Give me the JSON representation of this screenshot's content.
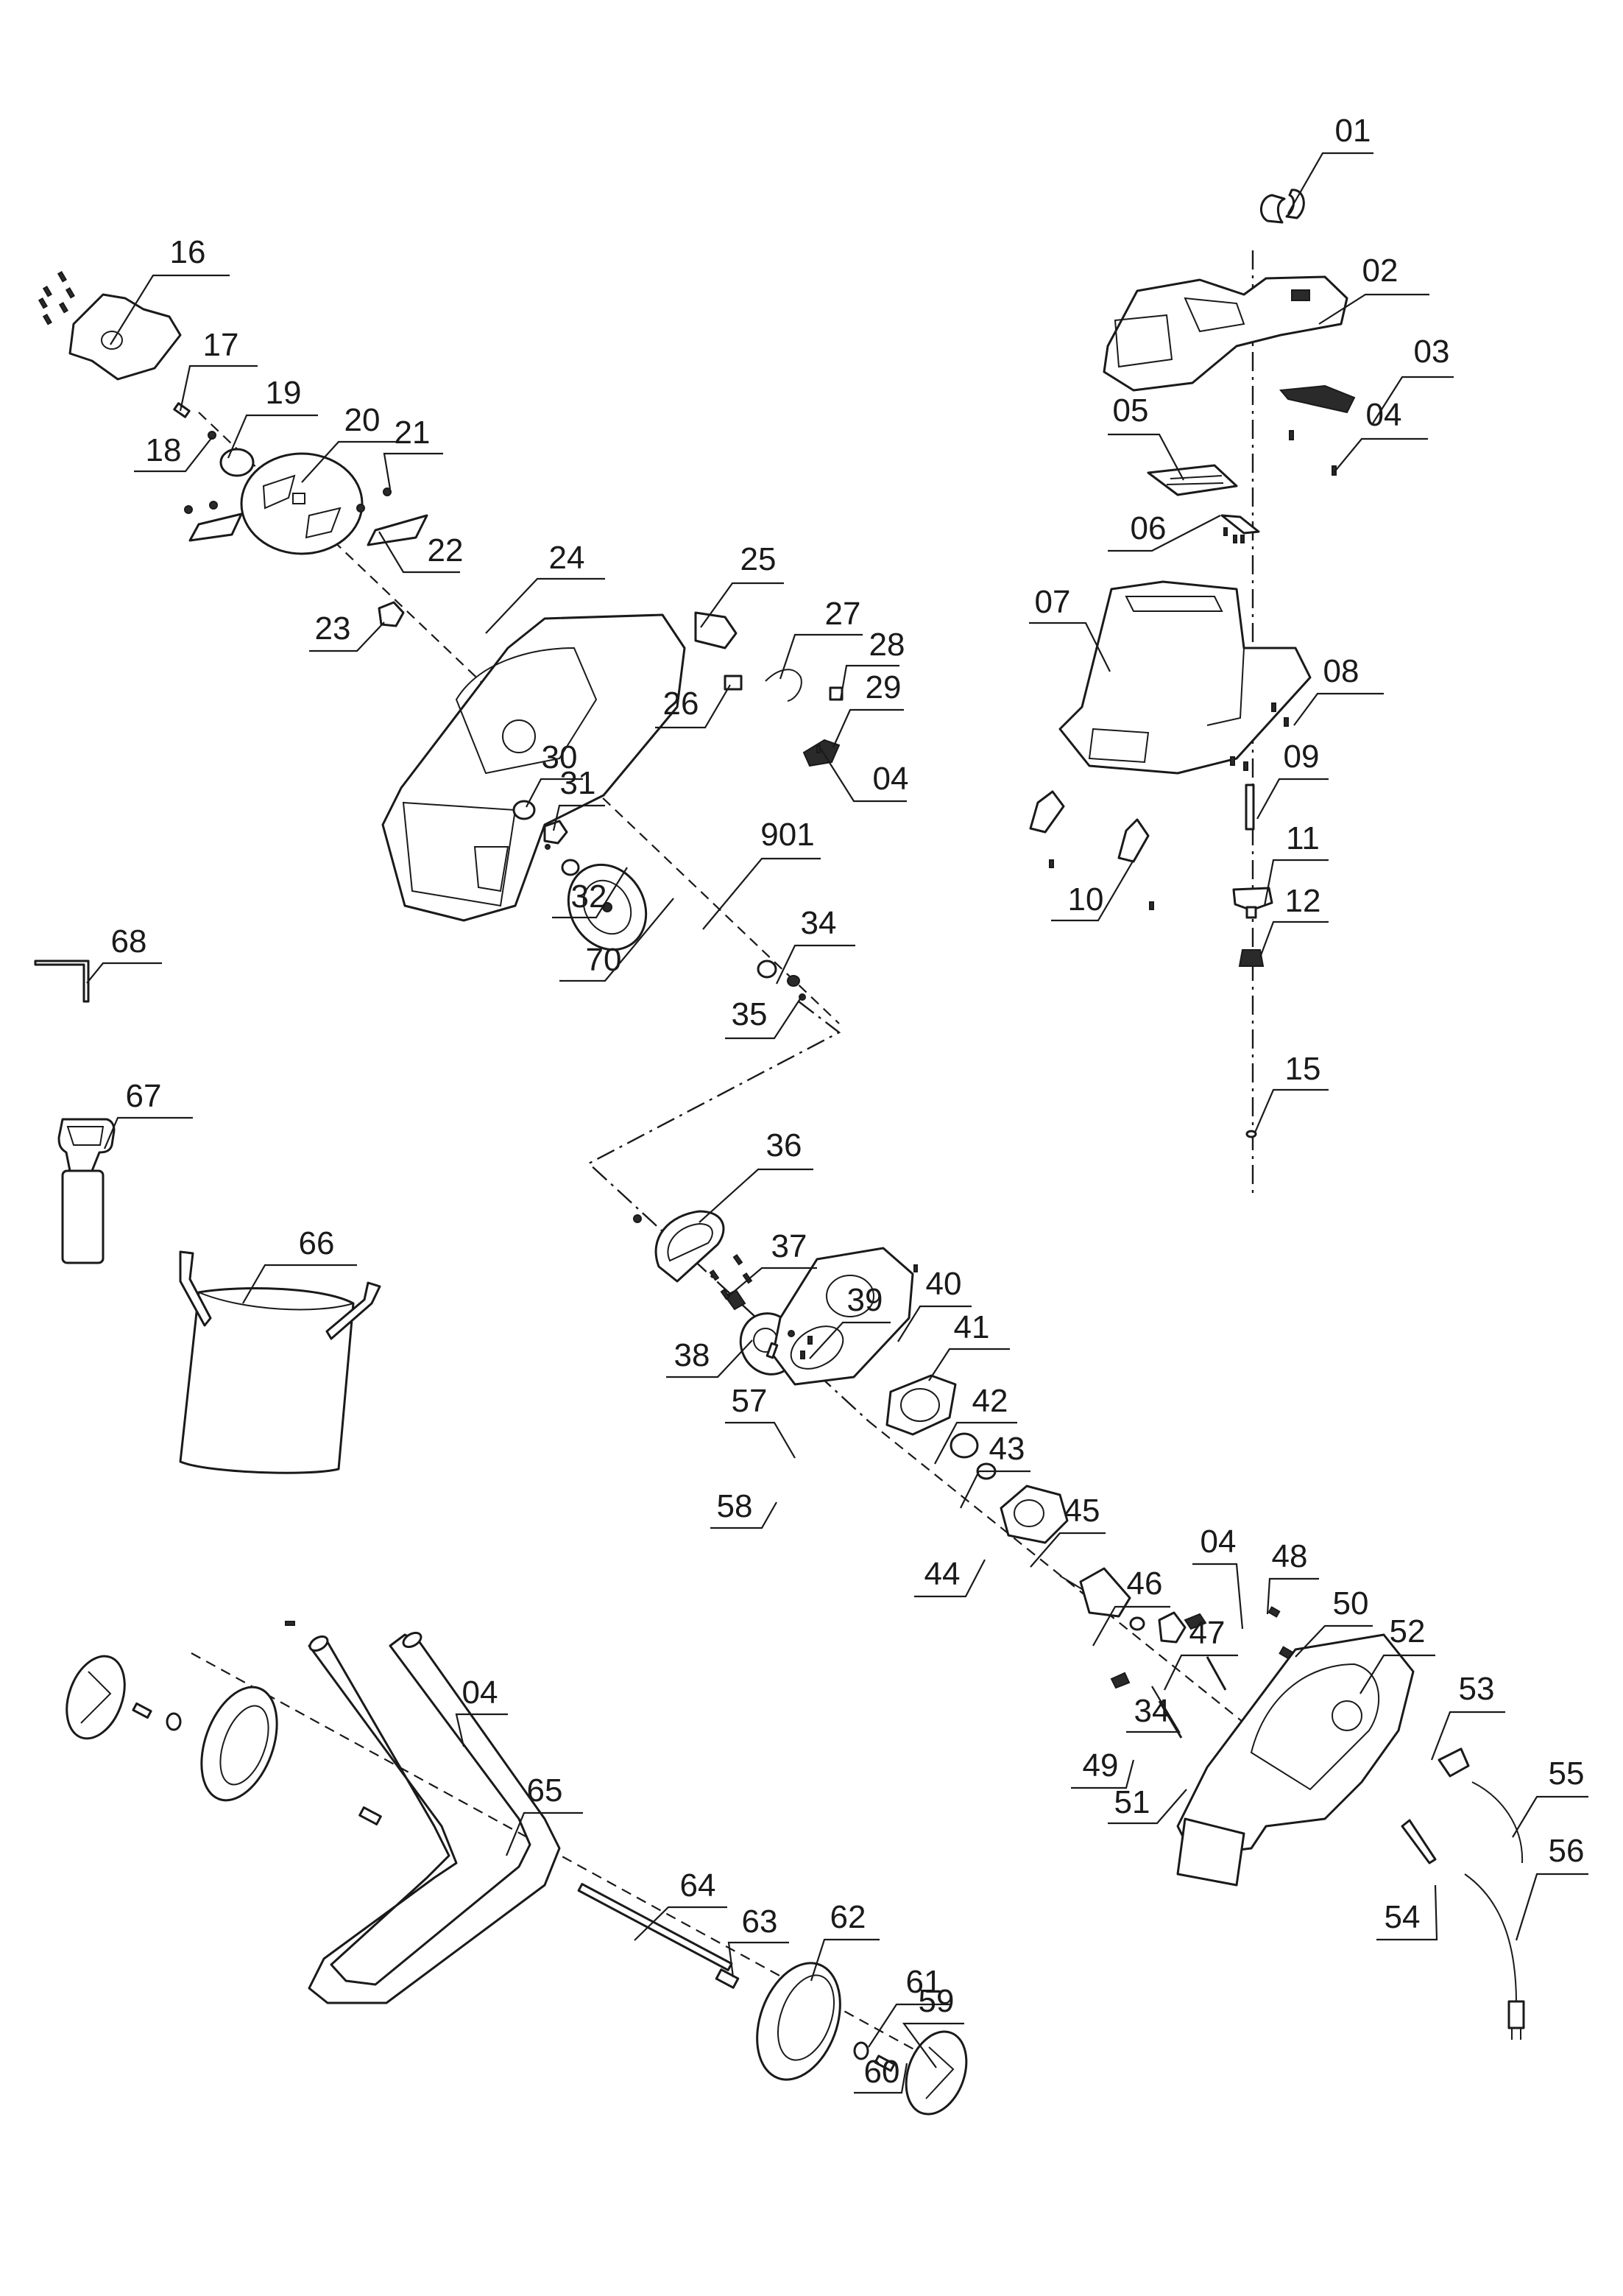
{
  "diagram": {
    "type": "exploded-parts-view",
    "ink_color": "#1a1a1a",
    "background": "#ffffff",
    "callouts": [
      {
        "id": "c01",
        "label": "01",
        "part": "clamp"
      },
      {
        "id": "c02",
        "label": "02",
        "part": "top-handle-cover"
      },
      {
        "id": "c03",
        "label": "03",
        "part": "handle-grip-strip"
      },
      {
        "id": "c04a",
        "label": "04",
        "part": "screw"
      },
      {
        "id": "c05",
        "label": "05",
        "part": "cover-plate"
      },
      {
        "id": "c06",
        "label": "06",
        "part": "bracket-with-screws"
      },
      {
        "id": "c07",
        "label": "07",
        "part": "hopper-funnel"
      },
      {
        "id": "c08",
        "label": "08",
        "part": "screws"
      },
      {
        "id": "c09",
        "label": "09",
        "part": "bolt"
      },
      {
        "id": "c10",
        "label": "10",
        "part": "clips"
      },
      {
        "id": "c11",
        "label": "11",
        "part": "knob"
      },
      {
        "id": "c12",
        "label": "12",
        "part": "spring-nut"
      },
      {
        "id": "c15",
        "label": "15",
        "part": "washer"
      },
      {
        "id": "c16",
        "label": "16",
        "part": "blade-cover-with-screws"
      },
      {
        "id": "c17",
        "label": "17",
        "part": "bolt"
      },
      {
        "id": "c18",
        "label": "18",
        "part": "washer"
      },
      {
        "id": "c19",
        "label": "19",
        "part": "ring-disc"
      },
      {
        "id": "c20",
        "label": "20",
        "part": "blade-disc"
      },
      {
        "id": "c21",
        "label": "21",
        "part": "screw"
      },
      {
        "id": "c22",
        "label": "22",
        "part": "blade"
      },
      {
        "id": "c23",
        "label": "23",
        "part": "hub-nut"
      },
      {
        "id": "c24",
        "label": "24",
        "part": "main-housing"
      },
      {
        "id": "c25",
        "label": "25",
        "part": "switch-cover"
      },
      {
        "id": "c26",
        "label": "26",
        "part": "switch"
      },
      {
        "id": "c27",
        "label": "27",
        "part": "cable-link"
      },
      {
        "id": "c28",
        "label": "28",
        "part": "button-cap"
      },
      {
        "id": "c29",
        "label": "29",
        "part": "switch-holder"
      },
      {
        "id": "c04b",
        "label": "04",
        "part": "screw"
      },
      {
        "id": "c30",
        "label": "30",
        "part": "bearing"
      },
      {
        "id": "c31",
        "label": "31",
        "part": "bearing-plate"
      },
      {
        "id": "c32",
        "label": "32",
        "part": "screw"
      },
      {
        "id": "c70",
        "label": "70",
        "part": "washer"
      },
      {
        "id": "c901",
        "label": "901",
        "part": "pulley-wheel"
      },
      {
        "id": "c34a",
        "label": "34",
        "part": "bearing"
      },
      {
        "id": "c35",
        "label": "35",
        "part": "circlip"
      },
      {
        "id": "c36",
        "label": "36",
        "part": "drive-belt"
      },
      {
        "id": "c37",
        "label": "37",
        "part": "worm-gear"
      },
      {
        "id": "c38",
        "label": "38",
        "part": "gear-wheel"
      },
      {
        "id": "c39",
        "label": "39",
        "part": "screw"
      },
      {
        "id": "c40",
        "label": "40",
        "part": "gear-housing"
      },
      {
        "id": "c41",
        "label": "41",
        "part": "screw"
      },
      {
        "id": "c42",
        "label": "42",
        "part": "motor-flange"
      },
      {
        "id": "c43",
        "label": "43",
        "part": "bearing"
      },
      {
        "id": "c44",
        "label": "44",
        "part": "washer"
      },
      {
        "id": "c45",
        "label": "45",
        "part": "stator"
      },
      {
        "id": "c46",
        "label": "46",
        "part": "rotor"
      },
      {
        "id": "c47",
        "label": "47",
        "part": "brush-holder"
      },
      {
        "id": "c04c",
        "label": "04",
        "part": "screw"
      },
      {
        "id": "c48",
        "label": "48",
        "part": "cable-clamp"
      },
      {
        "id": "c50",
        "label": "50",
        "part": "cable-clamp"
      },
      {
        "id": "c52",
        "label": "52",
        "part": "motor-housing"
      },
      {
        "id": "c53",
        "label": "53",
        "part": "switch-socket"
      },
      {
        "id": "c55",
        "label": "55",
        "part": "internal-cable"
      },
      {
        "id": "c56",
        "label": "56",
        "part": "power-cable-plug"
      },
      {
        "id": "c34b",
        "label": "34",
        "part": "bearing"
      },
      {
        "id": "c49",
        "label": "49",
        "part": "carbon-brush"
      },
      {
        "id": "c51",
        "label": "51",
        "part": "screw"
      },
      {
        "id": "c54",
        "label": "54",
        "part": "screws-and-handle"
      },
      {
        "id": "c57",
        "label": "57",
        "part": "nut"
      },
      {
        "id": "c58",
        "label": "58",
        "part": "screw"
      },
      {
        "id": "c59",
        "label": "59",
        "part": "hub-cap"
      },
      {
        "id": "c60",
        "label": "60",
        "part": "axle-pin"
      },
      {
        "id": "c61",
        "label": "61",
        "part": "washer"
      },
      {
        "id": "c62",
        "label": "62",
        "part": "wheel"
      },
      {
        "id": "c63",
        "label": "63",
        "part": "spacer"
      },
      {
        "id": "c64",
        "label": "64",
        "part": "axle"
      },
      {
        "id": "c65",
        "label": "65",
        "part": "stand-frame"
      },
      {
        "id": "c04d",
        "label": "04",
        "part": "screw"
      },
      {
        "id": "c66",
        "label": "66",
        "part": "collection-bag"
      },
      {
        "id": "c67",
        "label": "67",
        "part": "push-tool"
      },
      {
        "id": "c68",
        "label": "68",
        "part": "hex-key"
      }
    ]
  }
}
